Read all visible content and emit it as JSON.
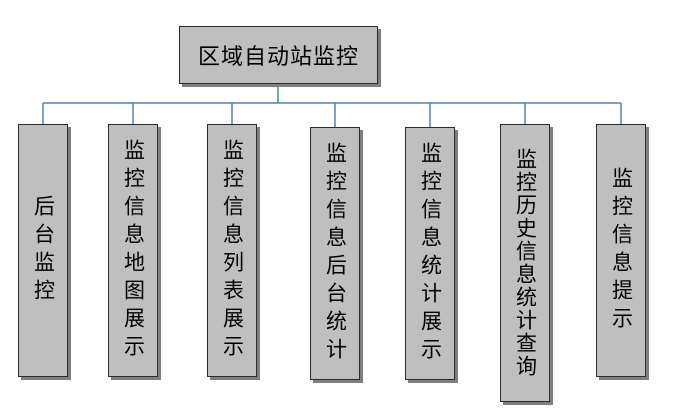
{
  "diagram": {
    "root": {
      "label": "区域自动站监控"
    },
    "children": [
      {
        "label": "后台监控"
      },
      {
        "label": "监控信息地图展示"
      },
      {
        "label": "监控信息列表展示"
      },
      {
        "label": "监控信息后台统计"
      },
      {
        "label": "监控信息统计展示"
      },
      {
        "label": "监控历史信息统计查询"
      },
      {
        "label": "监控信息提示"
      }
    ]
  },
  "colors": {
    "box_fill": "#bfbfbf",
    "box_border": "#2b2b2b",
    "connector": "#4f81bd"
  }
}
